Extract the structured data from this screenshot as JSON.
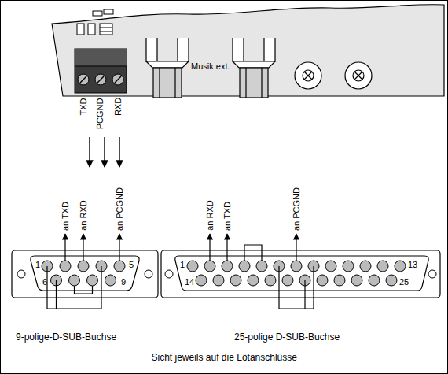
{
  "diagram": {
    "caption": "Sicht jeweils auf die Lötanschlüsse",
    "labels": [
      "TXD",
      "PCGND",
      "RXD",
      "Musik ext.",
      "an TXD",
      "an RXD",
      "an PCGND",
      "1",
      "5",
      "6",
      "9",
      "an RXD",
      "an TXD",
      "an PCGND",
      "1",
      "13",
      "14",
      "25",
      "9-polige-D-SUB-Buchse",
      "25-polige D-SUB-Buchse"
    ]
  }
}
